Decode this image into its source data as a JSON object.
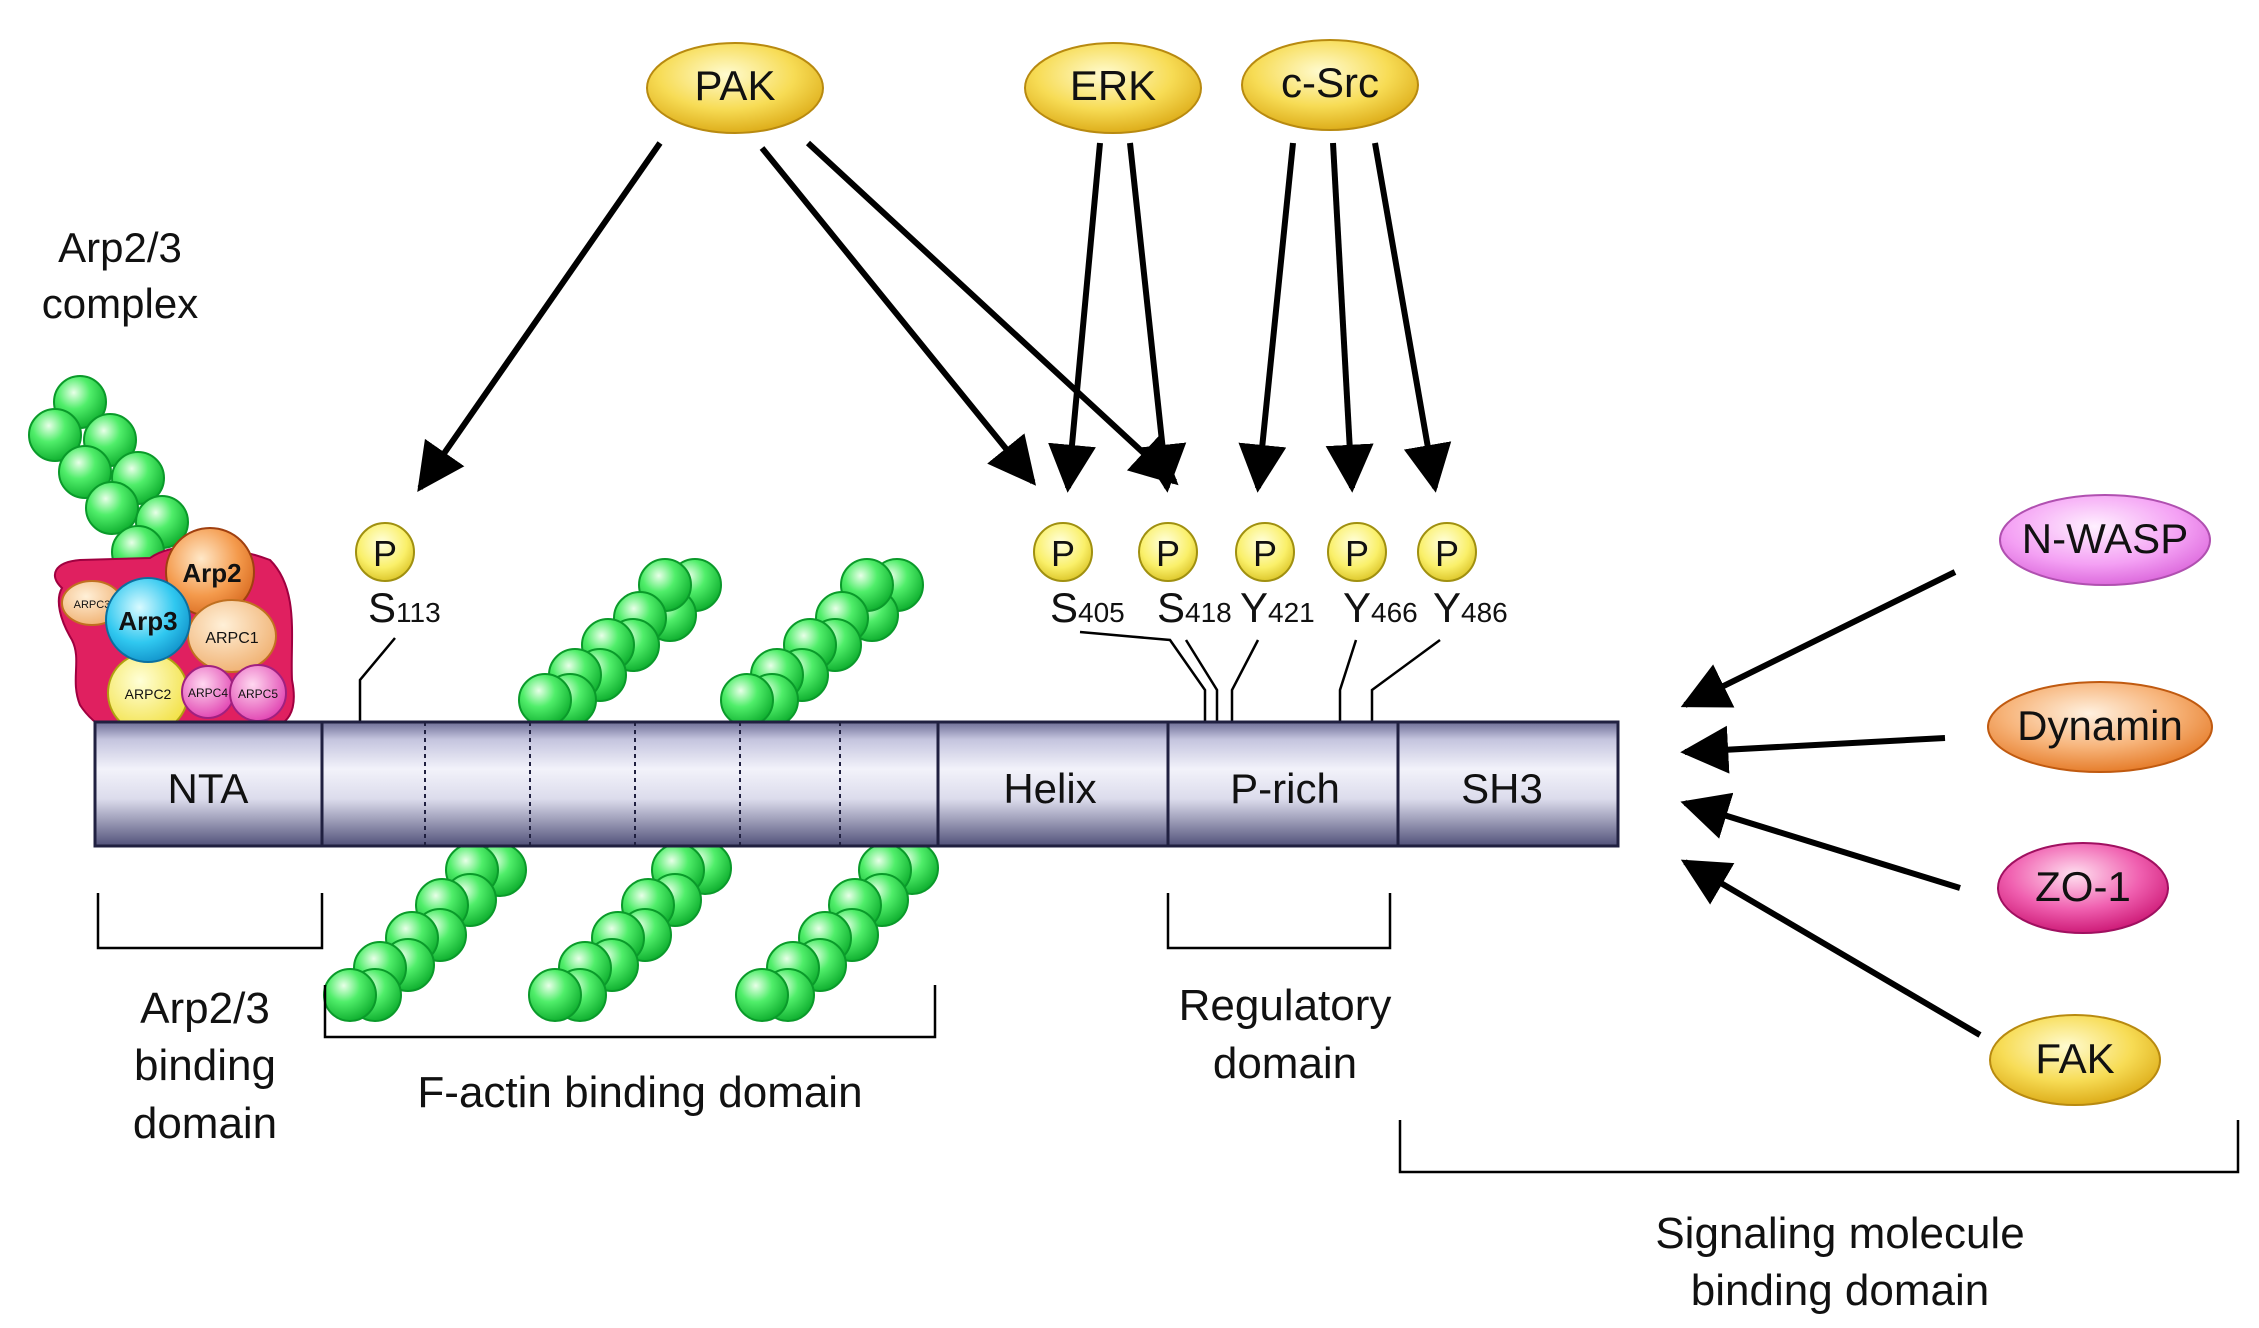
{
  "kinases": {
    "pak": "PAK",
    "erk": "ERK",
    "csrc": "c-Src"
  },
  "arp_complex": {
    "title_line1": "Arp2/3",
    "title_line2": "complex",
    "arp2": "Arp2",
    "arp3": "Arp3",
    "arpc1": "ARPC1",
    "arpc2": "ARPC2",
    "arpc3": "ARPC3",
    "arpc4": "ARPC4",
    "arpc5": "ARPC5"
  },
  "phospho_sites": [
    {
      "symbol": "P",
      "residue": "S",
      "number": "113"
    },
    {
      "symbol": "P",
      "residue": "S",
      "number": "405"
    },
    {
      "symbol": "P",
      "residue": "S",
      "number": "418"
    },
    {
      "symbol": "P",
      "residue": "Y",
      "number": "421"
    },
    {
      "symbol": "P",
      "residue": "Y",
      "number": "466"
    },
    {
      "symbol": "P",
      "residue": "Y",
      "number": "486"
    }
  ],
  "domains": {
    "nta": "NTA",
    "helix": "Helix",
    "prich": "P-rich",
    "sh3": "SH3"
  },
  "binding_domains": {
    "arp_line1": "Arp2/3",
    "arp_line2": "binding",
    "arp_line3": "domain",
    "factin": "F-actin binding domain",
    "reg_line1": "Regulatory",
    "reg_line2": "domain",
    "sig_line1": "Signaling molecule",
    "sig_line2": "binding domain"
  },
  "partners": {
    "nwasp": "N-WASP",
    "dynamin": "Dynamin",
    "zo1": "ZO-1",
    "fak": "FAK"
  },
  "colors": {
    "kinase_yellow": "#F2C12E",
    "domain_bar": "#C8C8E0",
    "actin_green": "#22DD44",
    "nwasp_pink": "#F080F0",
    "dynamin_orange": "#F08830",
    "zo1_magenta": "#E8208A",
    "fak_yellow": "#F2C12E"
  }
}
